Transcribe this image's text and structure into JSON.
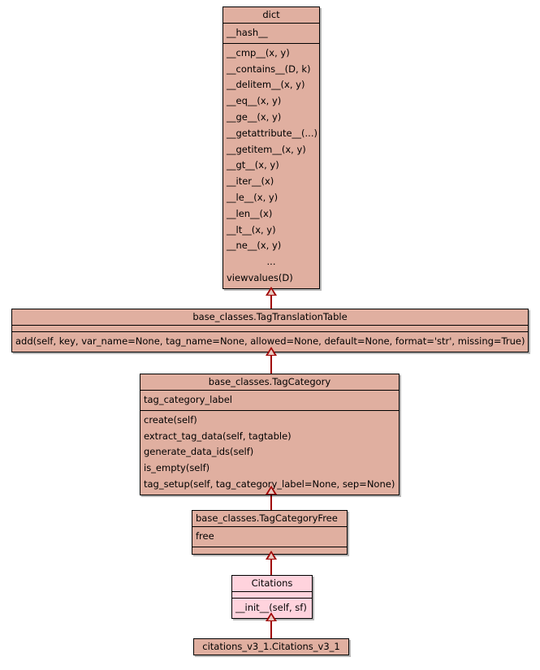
{
  "diagram": {
    "title": "UML class inheritance diagram",
    "background_color": "#ffffff",
    "default_fill": "#e0afa0",
    "highlight_fill": "#ffd3dd",
    "border_color": "#000000",
    "edge_color": "#a00000"
  },
  "classes": [
    {
      "id": "dict",
      "name": "dict",
      "fill": "#e0afa0",
      "attributes": [
        "__hash__"
      ],
      "operations": [
        "__cmp__(x, y)",
        "__contains__(D, k)",
        "__delitem__(x, y)",
        "__eq__(x, y)",
        "__ge__(x, y)",
        "__getattribute__(...)",
        "__getitem__(x, y)",
        "__gt__(x, y)",
        "__iter__(x)",
        "__le__(x, y)",
        "__len__(x)",
        "__lt__(x, y)",
        "__ne__(x, y)",
        "...",
        "viewvalues(D)"
      ]
    },
    {
      "id": "tagtranslationtable",
      "name": "base_classes.TagTranslationTable",
      "fill": "#e0afa0",
      "attributes": [],
      "operations": [
        "add(self, key, var_name=None, tag_name=None, allowed=None, default=None, format='str', missing=True)"
      ]
    },
    {
      "id": "tagcategory",
      "name": "base_classes.TagCategory",
      "fill": "#e0afa0",
      "attributes": [
        "tag_category_label"
      ],
      "operations": [
        "create(self)",
        "extract_tag_data(self, tagtable)",
        "generate_data_ids(self)",
        "is_empty(self)",
        "tag_setup(self, tag_category_label=None, sep=None)"
      ]
    },
    {
      "id": "tagcategoryfree",
      "name": "base_classes.TagCategoryFree",
      "fill": "#e0afa0",
      "attributes": [
        "free"
      ],
      "operations": []
    },
    {
      "id": "citations",
      "name": "Citations",
      "fill": "#ffd3dd",
      "attributes": [],
      "operations": [
        "__init__(self, sf)"
      ]
    },
    {
      "id": "citations_v3_1",
      "name": "citations_v3_1.Citations_v3_1",
      "fill": "#e0afa0",
      "attributes": [],
      "operations": []
    }
  ],
  "edges": [
    {
      "from": "tagtranslationtable",
      "to": "dict",
      "kind": "inheritance"
    },
    {
      "from": "tagcategory",
      "to": "tagtranslationtable",
      "kind": "inheritance"
    },
    {
      "from": "tagcategoryfree",
      "to": "tagcategory",
      "kind": "inheritance"
    },
    {
      "from": "citations",
      "to": "tagcategoryfree",
      "kind": "inheritance"
    },
    {
      "from": "citations_v3_1",
      "to": "citations",
      "kind": "inheritance"
    }
  ]
}
